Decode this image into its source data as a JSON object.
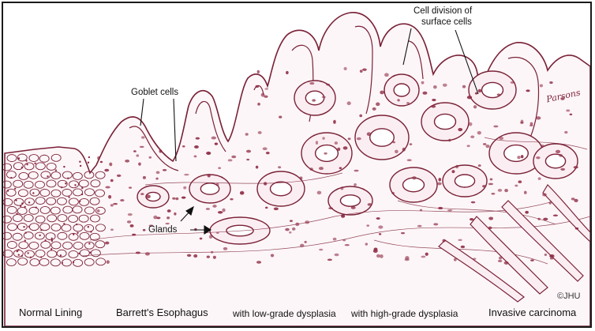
{
  "annotations": {
    "goblet_cells": "Goblet cells",
    "cell_division": [
      "Cell division of",
      "surface cells"
    ],
    "glands": "Glands"
  },
  "stages": {
    "normal": "Normal Lining",
    "barretts": "Barrett's Esophagus",
    "low_grade": "with low-grade dysplasia",
    "high_grade": "with high-grade dysplasia",
    "invasive": "Invasive carcinoma"
  },
  "credit": "©JHU",
  "signature": "Parsons",
  "colors": {
    "tissue_stroke": "#7a2238",
    "tissue_fill": "#fbeef2",
    "nucleus": "#8e2c45",
    "arrow_start": "#ffffff",
    "arrow_end": "#a9b8d6",
    "label": "#111111"
  }
}
